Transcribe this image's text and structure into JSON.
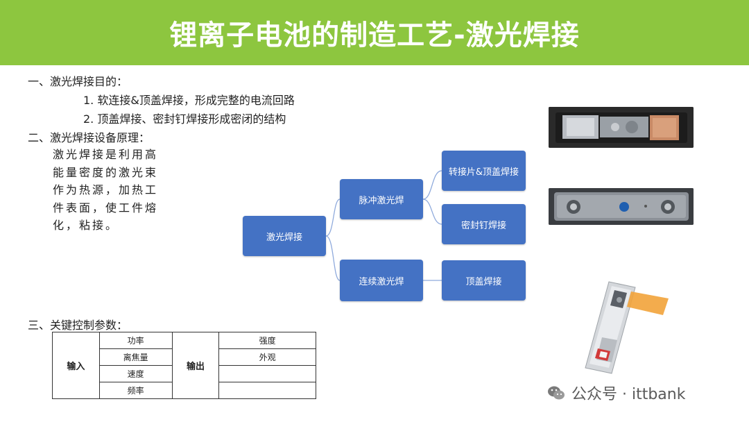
{
  "title": "锂离子电池的制造工艺-激光焊接",
  "sections": {
    "purpose": {
      "heading": "一、激光焊接目的：",
      "items": [
        "1. 软连接&顶盖焊接，形成完整的电流回路",
        "2. 顶盖焊接、密封钉焊接形成密闭的结构"
      ]
    },
    "principle": {
      "heading": "二、激光焊接设备原理：",
      "lines": [
        "激光焊接是利用高",
        "能量密度的激光束",
        "作为热源，加热工",
        "件表面，使工件熔",
        "化，粘接。"
      ]
    },
    "params": {
      "heading": "三、关键控制参数："
    }
  },
  "diagram": {
    "root": "激光焊接",
    "pulse": "脉冲激光焊",
    "continuous": "连续激光焊",
    "pulse_children": [
      "转接片&顶盖焊接",
      "密封钉焊接"
    ],
    "continuous_child": "顶盖焊接"
  },
  "table": {
    "input_label": "输入",
    "output_label": "输出",
    "inputs": [
      "功率",
      "离焦量",
      "速度",
      "频率"
    ],
    "outputs": [
      "强度",
      "外观",
      "",
      ""
    ]
  },
  "watermark": {
    "text": "公众号 · ittbank"
  },
  "colors": {
    "title_bar": "#8dc63f",
    "node_fill": "#4472c4",
    "connector": "#8faadc"
  }
}
